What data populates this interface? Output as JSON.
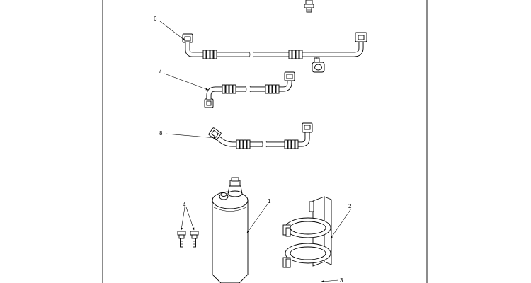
{
  "diagram": {
    "callouts": [
      {
        "id": "c6",
        "label": "6"
      },
      {
        "id": "c7",
        "label": "7"
      },
      {
        "id": "c8",
        "label": "8"
      },
      {
        "id": "c4",
        "label": "4"
      },
      {
        "id": "c1",
        "label": "1"
      },
      {
        "id": "c2",
        "label": "2"
      },
      {
        "id": "c3",
        "label": "3"
      }
    ],
    "parts": [
      {
        "id": "p1",
        "icon": "receiver-drier-icon"
      },
      {
        "id": "p2",
        "icon": "mounting-bracket-icon"
      },
      {
        "id": "p4",
        "icon": "bolt-icon"
      },
      {
        "id": "p6",
        "icon": "hose-assembly-icon"
      },
      {
        "id": "p7",
        "icon": "hose-assembly-icon"
      },
      {
        "id": "p8",
        "icon": "hose-assembly-icon"
      }
    ]
  }
}
